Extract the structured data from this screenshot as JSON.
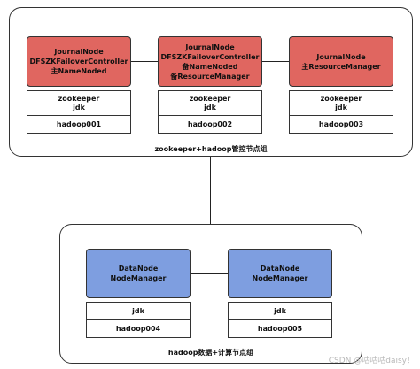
{
  "top_group": {
    "label": "zookeeper+hadoop管控节点组",
    "nodes": [
      {
        "head_lines": [
          "JournalNode",
          "DFSZKFailoverController",
          "主NameNoded"
        ],
        "software_lines": [
          "zookeeper",
          "jdk"
        ],
        "host": "hadoop001"
      },
      {
        "head_lines": [
          "JournalNode",
          "DFSZKFailoverController",
          "备NameNoded",
          "备ResourceManager"
        ],
        "software_lines": [
          "zookeeper",
          "jdk"
        ],
        "host": "hadoop002"
      },
      {
        "head_lines": [
          "JournalNode",
          "主ResourceManager"
        ],
        "software_lines": [
          "zookeeper",
          "jdk"
        ],
        "host": "hadoop003"
      }
    ]
  },
  "bottom_group": {
    "label": "hadoop数据+计算节点组",
    "nodes": [
      {
        "head_lines": [
          "DataNode",
          "NodeManager"
        ],
        "software_lines": [
          "jdk"
        ],
        "host": "hadoop004"
      },
      {
        "head_lines": [
          "DataNode",
          "NodeManager"
        ],
        "software_lines": [
          "jdk"
        ],
        "host": "hadoop005"
      }
    ]
  },
  "colors": {
    "control_node": "#e06660",
    "data_node": "#7e9ee0"
  },
  "watermark": "CSDN @咕咕咕daisy！"
}
